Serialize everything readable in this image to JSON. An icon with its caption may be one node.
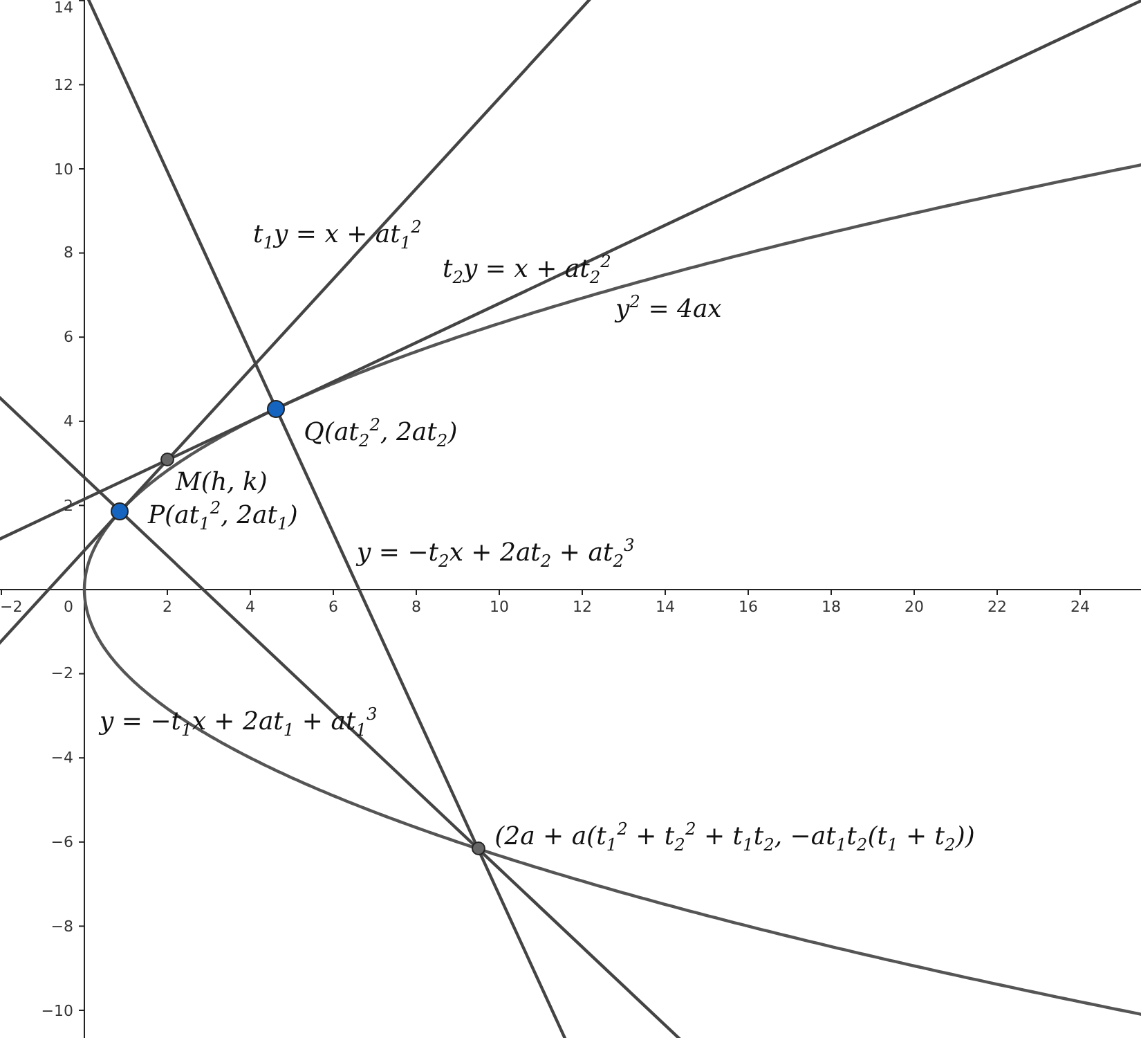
{
  "diagram": {
    "nodes": [
      {
        "text": [
          "Q(at$_{2}$$^{2}$, 2at$_{2}$)"
        ]
      },
      {
        "text": [
          "M(h, k)"
        ]
      },
      {
        "text": [
          "P(at$_{1}$$^{2}$, 2at$_{1}$)"
        ]
      },
      {
        "text": [
          "(2a + a(t$_{1}$$^{2}$ + t$_{2}$$^{2}$ + t$_{1}$t$_{2}$, −at$_{1}$t$_{2}$(t$_{1}$ + t$_{2}$))"
        ]
      }
    ],
    "labels": [
      "14",
      "12",
      "10",
      "t$_{1}$y = x + at$_{1}$$^{2}$",
      "8",
      "t$_{2}$y = x + at$_{2}$$^{2}$",
      "6",
      "y$^{2}$ = 4ax",
      "4",
      "2",
      "y = −t$_{2}$x + 2at$_{2}$ + at$_{2}$$^{3}$",
      "−2",
      "0",
      "2",
      "4",
      "6",
      "8",
      "10",
      "12",
      "14",
      "16",
      "18",
      "20",
      "22",
      "24",
      "−2",
      "y = −t$_{1}$x + 2at$_{1}$ + at$_{1}$$^{3}$",
      "−4",
      "−6",
      "−8",
      "−10"
    ]
  }
}
